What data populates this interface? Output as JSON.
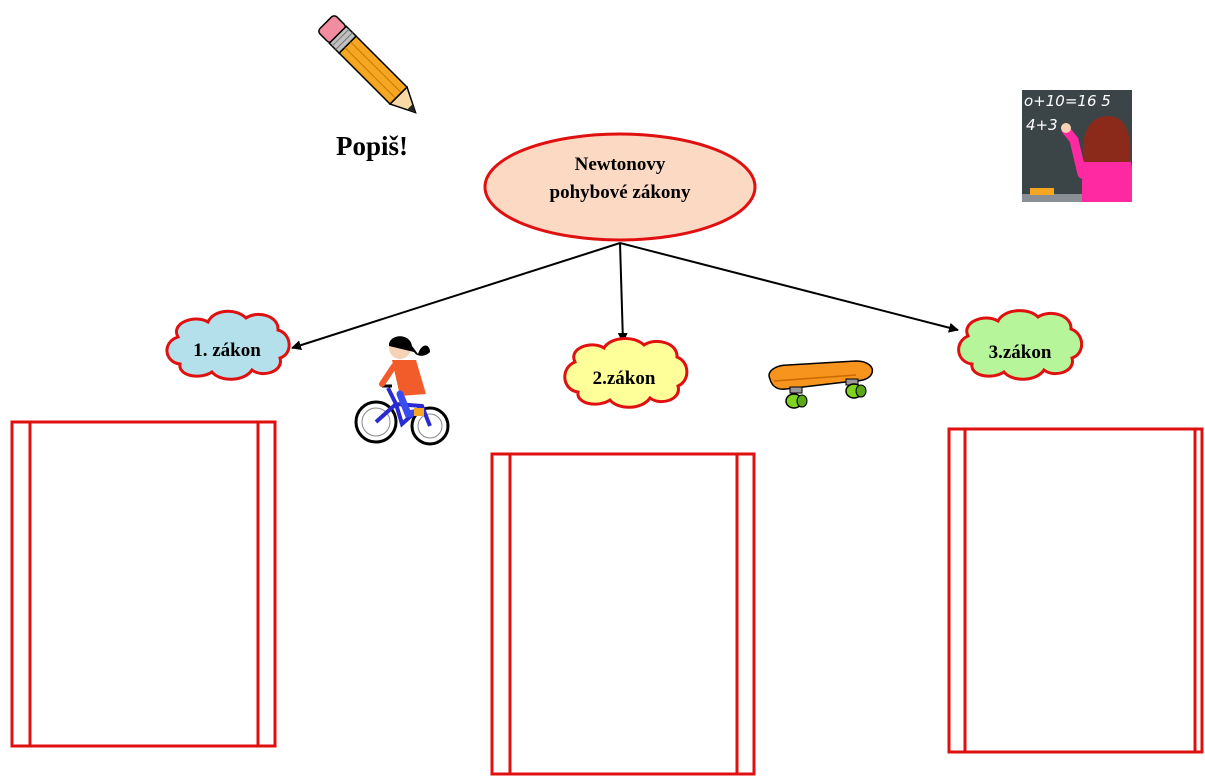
{
  "instruction": "Popiš!",
  "center": {
    "line1": "Newtonovy",
    "line2": "pohybové zákony"
  },
  "laws": [
    {
      "label": "1. zákon",
      "fill": "#b3e0ea"
    },
    {
      "label": "2.zákon",
      "fill": "#ffff99"
    },
    {
      "label": "3.zákon",
      "fill": "#b6f59a"
    }
  ],
  "chalkboard": {
    "line1": "o+10=16  5",
    "line2": "4+3"
  },
  "colors": {
    "border": "#e01010",
    "ellipse_fill": "#fcd9c3",
    "arrow": "#000000"
  },
  "icons": [
    "pencil-icon",
    "teacher-chalkboard-icon",
    "girl-bicycle-icon",
    "skateboard-icon"
  ]
}
